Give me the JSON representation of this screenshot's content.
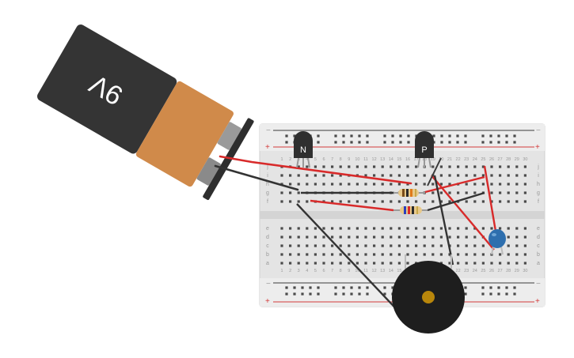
{
  "battery": {
    "label": "9V"
  },
  "transistors": [
    {
      "id": "q1",
      "label": "N"
    },
    {
      "id": "q2",
      "label": "P"
    }
  ],
  "breadboard": {
    "columns": 30,
    "rows_top": [
      "j",
      "i",
      "h",
      "g",
      "f"
    ],
    "rows_bottom": [
      "e",
      "d",
      "c",
      "b",
      "a"
    ],
    "rail_plus": "+",
    "rail_minus": "−",
    "colors": {
      "board": "#e6e6e6",
      "rail_red": "#d33a3a",
      "rail_black": "#3a3a3a"
    }
  },
  "components": {
    "buzzer": "piezo-buzzer",
    "capacitor": "ceramic-capacitor",
    "resistors": [
      "resistor-1",
      "resistor-2"
    ]
  },
  "wire_colors": {
    "red": "#d82a2a",
    "black": "#333333",
    "gray": "#444444"
  }
}
